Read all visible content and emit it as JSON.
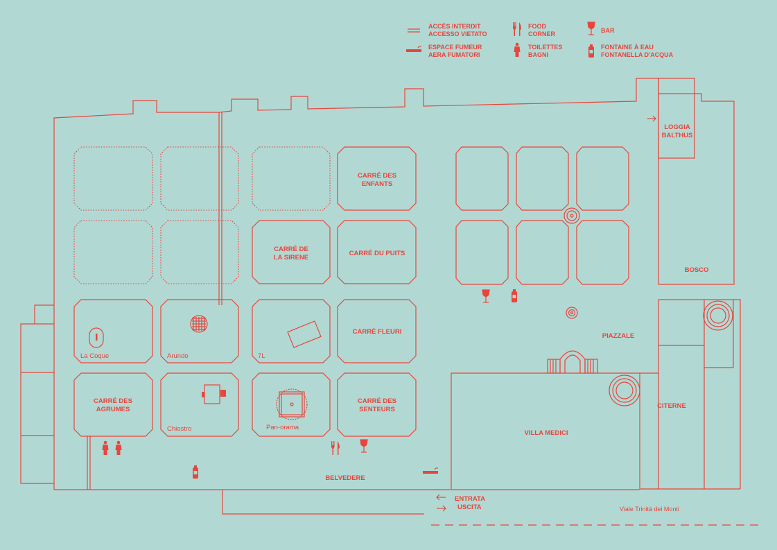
{
  "colors": {
    "background": "#b2d8d3",
    "ink": "#e8453c"
  },
  "legend": {
    "forbidden": [
      "ACCÈS INTERDIT",
      "ACCESSO VIETATO"
    ],
    "smoking": [
      "ESPACE FUMEUR",
      "AERA FUMATORI"
    ],
    "food": [
      "FOOD",
      "CORNER"
    ],
    "toilets": [
      "TOILETTES",
      "BAGNI"
    ],
    "bar": "BAR",
    "fountain": [
      "FONTAINE À EAU",
      "FONTANELLA D'ACQUA"
    ]
  },
  "labels": {
    "loggia": [
      "LOGGIA",
      "BALTHUS"
    ],
    "bosco": "BOSCO",
    "enfants": [
      "CARRÉ DES",
      "ENFANTS"
    ],
    "sirene": [
      "CARRÉ DE",
      "LA SIRENE"
    ],
    "puits": "CARRÉ DU PUITS",
    "fleuri": "CARRÉ FLEURI",
    "agrumes": [
      "CARRÉ DES",
      "AGRUMES"
    ],
    "senteurs": [
      "CARRÉ DES",
      "SENTEURS"
    ],
    "coque": "La Coque",
    "arundo": "Arundo",
    "sevenl": "7L",
    "chiostro": "Chiostro",
    "panorama": "Pan-orama",
    "piazzale": "PIAZZALE",
    "citerne": "CITERNE",
    "villa": "VILLA MEDICI",
    "belvedere": "BELVEDERE",
    "entrance": [
      "ENTRATA",
      "USCITA"
    ],
    "street": "Viale Trinità dei Monti"
  },
  "icons": [
    "forbidden-line-icon",
    "cigarette-icon",
    "fork-knife-icon",
    "toilet-person-icon",
    "wine-glass-icon",
    "water-bottle-icon",
    "fountain-icon",
    "arrow-icon"
  ]
}
